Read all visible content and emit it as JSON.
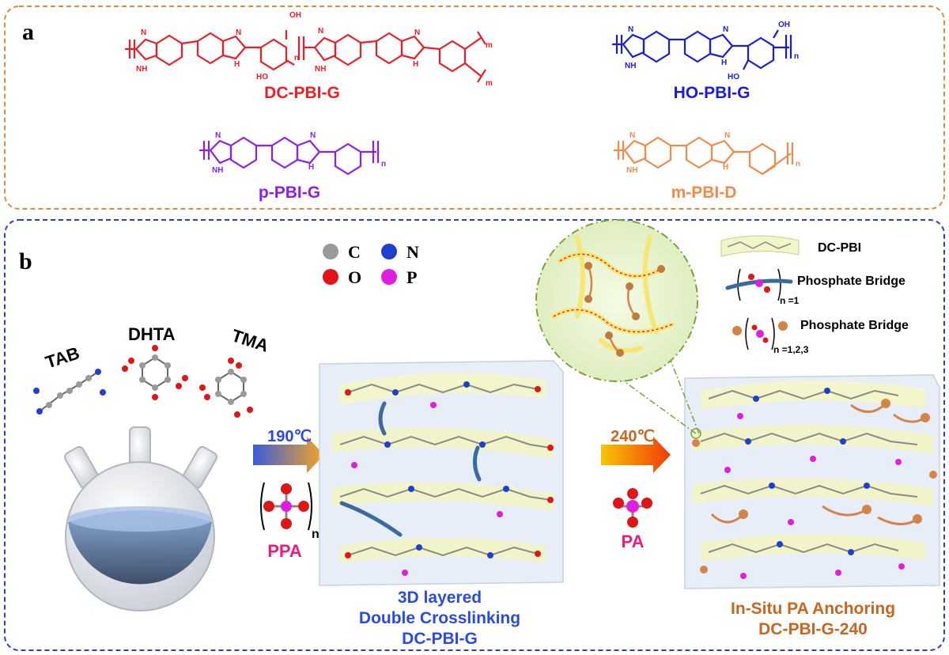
{
  "panel_a": {
    "label": "a",
    "polymers": [
      {
        "name": "DC-PBI-G",
        "color": "#ee1c25"
      },
      {
        "name": "HO-PBI-G",
        "color": "#1a1ae0"
      },
      {
        "name": "p-PBI-G",
        "color": "#8a1ff0"
      },
      {
        "name": "m-PBI-D",
        "color": "#f28a4a"
      }
    ],
    "atom_labels": {
      "N": "N",
      "NH": "NH",
      "H": "H",
      "HO": "HO",
      "OH": "OH",
      "n": "n",
      "m": "m"
    }
  },
  "panel_b": {
    "label": "b",
    "atom_legend": [
      {
        "symbol": "C",
        "color": "#9a9a9a"
      },
      {
        "symbol": "N",
        "color": "#1f3fd0"
      },
      {
        "symbol": "O",
        "color": "#e01515"
      },
      {
        "symbol": "P",
        "color": "#e01ee0"
      }
    ],
    "monomers": [
      "TAB",
      "DHTA",
      "TMA"
    ],
    "step1": {
      "temperature": "190℃",
      "reagent": "PPA",
      "subscript": "n"
    },
    "step2": {
      "temperature": "240℃",
      "reagent": "PA"
    },
    "product1": {
      "line1": "3D layered",
      "line2": "Double Crosslinking",
      "line3": "DC-PBI-G"
    },
    "product2": {
      "line1": "In-Situ PA Anchoring",
      "line2": "DC-PBI-G-240"
    },
    "legend_right": [
      {
        "label": "DC-PBI"
      },
      {
        "label": "Phosphate Bridge",
        "subscript": "n =1"
      },
      {
        "label": "Phosphate Bridge",
        "subscript": "n =1,2,3"
      }
    ],
    "colors": {
      "blue_text": "#2a4ae8",
      "orange_text": "#c8651e",
      "magenta_text": "#ee1b7a"
    }
  }
}
